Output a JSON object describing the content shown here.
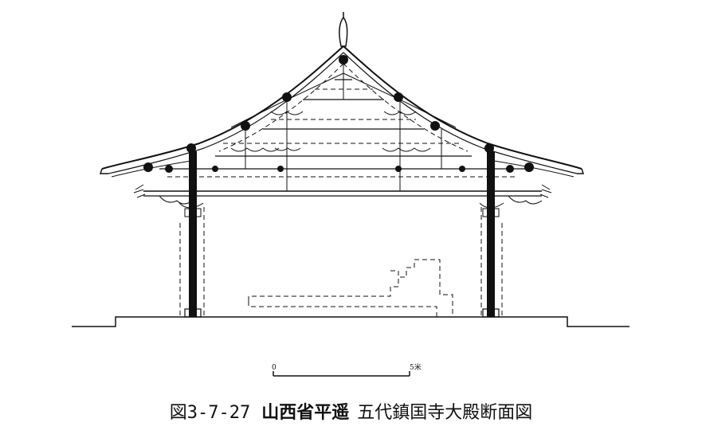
{
  "figure": {
    "caption_number": "図3-7-27",
    "caption_place": "山西省平遥",
    "caption_title": "五代鎮国寺大殿断面図",
    "scale_start": "0",
    "scale_end": "5米"
  }
}
